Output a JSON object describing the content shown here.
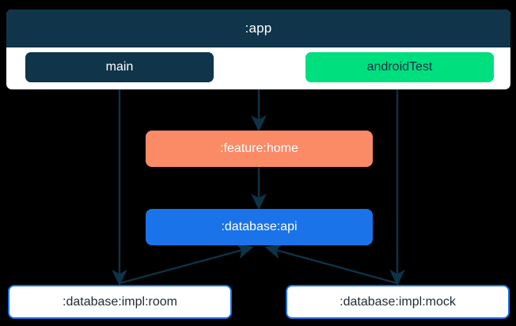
{
  "diagram": {
    "type": "gradle-module-dependency-graph",
    "background_color": "#000000",
    "app": {
      "title": ":app",
      "header_color": "#10344a",
      "container_color": "#ffffff",
      "source_sets": [
        {
          "label": "main",
          "color": "#10344a",
          "text_color": "#ffffff"
        },
        {
          "label": "androidTest",
          "color": "#00df7e",
          "text_color": "#0f3044"
        }
      ]
    },
    "modules": [
      {
        "label": ":feature:home",
        "color": "#fb8a67",
        "text_color": "#ffffff"
      },
      {
        "label": ":database:api",
        "color": "#1a73e8",
        "text_color": "#ffffff"
      },
      {
        "label": ":database:impl:room",
        "color": "#ffffff",
        "border_color": "#1a73e8",
        "text_color": "#1c2b36"
      },
      {
        "label": ":database:impl:mock",
        "color": "#ffffff",
        "border_color": "#1a73e8",
        "text_color": "#1c2b36"
      }
    ],
    "edges": [
      {
        "from": ":app",
        "to": ":feature:home"
      },
      {
        "from": "main",
        "to": ":database:impl:room"
      },
      {
        "from": "androidTest",
        "to": ":database:impl:mock"
      },
      {
        "from": ":feature:home",
        "to": ":database:api"
      },
      {
        "from": ":database:impl:room",
        "to": ":database:api"
      },
      {
        "from": ":database:impl:mock",
        "to": ":database:api"
      }
    ],
    "edge_color": "#0d3347"
  }
}
